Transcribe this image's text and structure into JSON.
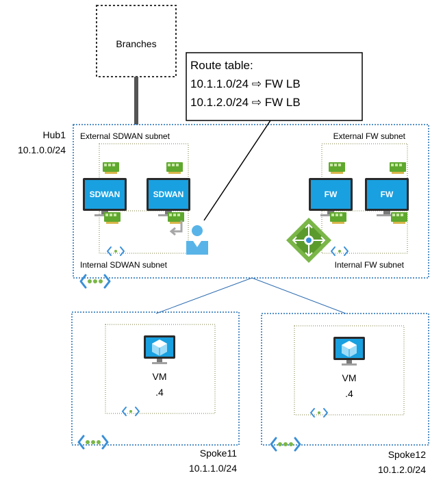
{
  "branches": {
    "label": "Branches"
  },
  "route_table": {
    "title": "Route table:",
    "routes": [
      "10.1.1.0/24 ⇨ FW LB",
      "10.1.2.0/24 ⇨ FW LB"
    ]
  },
  "hub": {
    "name": "Hub1",
    "cidr": "10.1.0.0/24",
    "subnets": {
      "external_sdwan": "External SDWAN subnet",
      "internal_sdwan": "Internal SDWAN subnet",
      "external_fw": "External FW subnet",
      "internal_fw": "Internal FW subnet"
    },
    "appliances": {
      "sdwan_1": "SDWAN",
      "sdwan_2": "SDWAN",
      "fw_1": "FW",
      "fw_2": "FW"
    }
  },
  "spokes": [
    {
      "name": "Spoke11",
      "cidr": "10.1.1.0/24",
      "vm_label": "VM",
      "vm_ip": ".4"
    },
    {
      "name": "Spoke12",
      "cidr": "10.1.2.0/24",
      "vm_label": "VM",
      "vm_ip": ".4"
    }
  ],
  "colors": {
    "vnet_border": "#1f6db3",
    "subnet_border": "#7a7a3a",
    "monitor_screen": "#19a0e0",
    "nic_green": "#5fa82e",
    "lb_green": "#7ab648",
    "peering_line": "#2f6db0",
    "vnet_icon": "#3a8fd6"
  }
}
